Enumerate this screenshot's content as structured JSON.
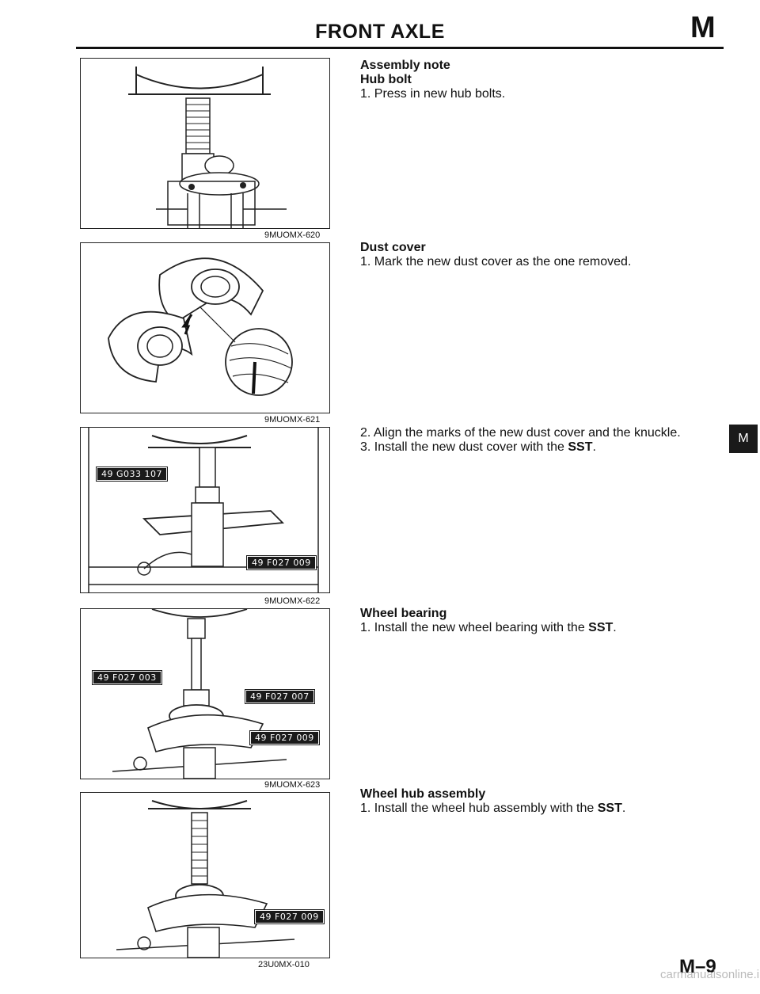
{
  "header": {
    "title": "FRONT AXLE",
    "section_letter": "M"
  },
  "figures": [
    {
      "caption": "9MUOMX-620",
      "labels": []
    },
    {
      "caption": "9MUOMX-621",
      "labels": []
    },
    {
      "caption": "9MUOMX-622",
      "labels": [
        "49 G033 107",
        "49 F027 009"
      ]
    },
    {
      "caption": "9MUOMX-623",
      "labels": [
        "49 F027 003",
        "49 F027 007",
        "49 F027 009"
      ]
    },
    {
      "caption": "23U0MX-010",
      "labels": [
        "49 F027 009"
      ]
    }
  ],
  "text": {
    "assembly_note": "Assembly note",
    "hub_bolt": "Hub bolt",
    "hub_bolt_step1": "1. Press in new hub bolts.",
    "dust_cover": "Dust cover",
    "dust_cover_step1": "1. Mark the new dust cover as the one removed.",
    "dust_cover_step2": "2. Align the marks of the new dust cover and the knuckle.",
    "dust_cover_step3_pre": "3. Install the new dust cover with the ",
    "sst": "SST",
    "period": ".",
    "wheel_bearing": "Wheel bearing",
    "wheel_bearing_step1_pre": "1. Install the new wheel bearing with the ",
    "wheel_hub": "Wheel hub assembly",
    "wheel_hub_step1_pre": "1. Install the wheel hub assembly with the "
  },
  "side_tab": "M",
  "page_number": "M–9",
  "watermark": "carmanualsonline.info"
}
